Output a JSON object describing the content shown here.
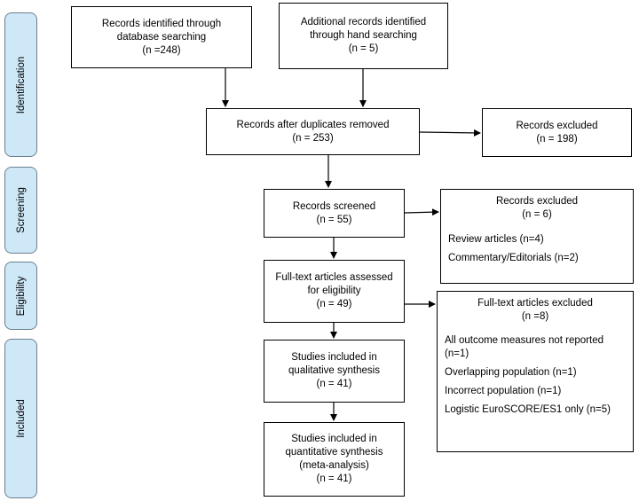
{
  "stages": {
    "identification": "Identification",
    "screening": "Screening",
    "eligibility": "Eligibility",
    "included": "Included"
  },
  "boxes": {
    "database": {
      "lines": [
        "Records identified through",
        "database searching",
        "(n =248)"
      ]
    },
    "hand": {
      "lines": [
        "Additional records identified",
        "through hand searching",
        "(n = 5)"
      ]
    },
    "duplicates": {
      "lines": [
        "Records after duplicates removed",
        "(n = 253)"
      ]
    },
    "excluded1": {
      "lines": [
        "Records excluded",
        "(n = 198)"
      ]
    },
    "screened": {
      "lines": [
        "Records screened",
        "(n = 55)"
      ]
    },
    "excluded2": {
      "title": [
        "Records excluded",
        "(n = 6)"
      ],
      "items": [
        "Review articles (n=4)",
        "Commentary/Editorials (n=2)"
      ]
    },
    "fulltext": {
      "lines": [
        "Full-text articles assessed",
        "for eligibility",
        "(n = 49)"
      ]
    },
    "excluded3": {
      "title": [
        "Full-text articles excluded",
        "(n =8)"
      ],
      "items": [
        "All outcome measures not reported",
        "(n=1)",
        "Overlapping population (n=1)",
        "Incorrect population (n=1)",
        "Logistic EuroSCORE/ES1 only (n=5)"
      ]
    },
    "qualitative": {
      "lines": [
        "Studies included in",
        "qualitative synthesis",
        "(n = 41)"
      ]
    },
    "quantitative": {
      "lines": [
        "Studies included in",
        "quantitative synthesis",
        "(meta-analysis)",
        "(n = 41)"
      ]
    }
  }
}
